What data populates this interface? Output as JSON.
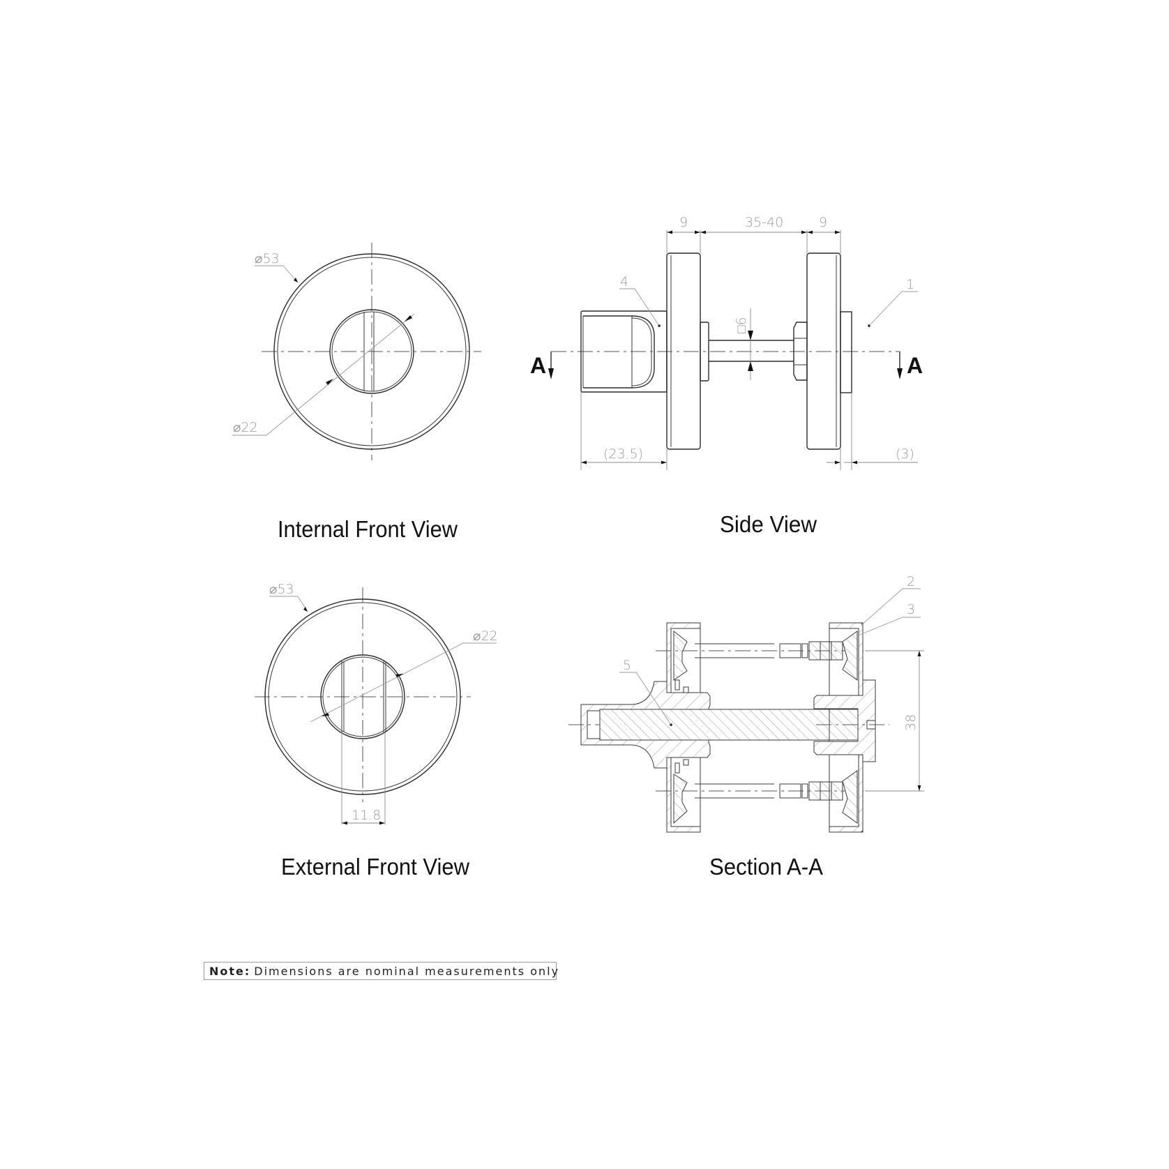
{
  "views": {
    "internal_front": {
      "title": "Internal Front View",
      "dimensions": {
        "outer_diameter": "⌀53",
        "inner_diameter": "⌀22"
      }
    },
    "side": {
      "title": "Side View",
      "dimensions": {
        "rose_thickness_left": "9",
        "door_thickness": "35-40",
        "rose_thickness_right": "9",
        "spindle_square": "□6",
        "knob_projection": "(23.5)",
        "indicator_projection": "(3)"
      },
      "part_labels": [
        "4",
        "1"
      ],
      "section_marker": "A"
    },
    "external_front": {
      "title": "External Front View",
      "dimensions": {
        "outer_diameter": "⌀53",
        "inner_diameter": "⌀22",
        "slot_width": "11.8"
      }
    },
    "section": {
      "title": "Section A-A",
      "dimensions": {
        "fixing_centres": "38"
      },
      "part_labels": [
        "2",
        "3",
        "5"
      ]
    }
  },
  "note": {
    "label": "Note:",
    "text": "Dimensions are nominal measurements only"
  }
}
